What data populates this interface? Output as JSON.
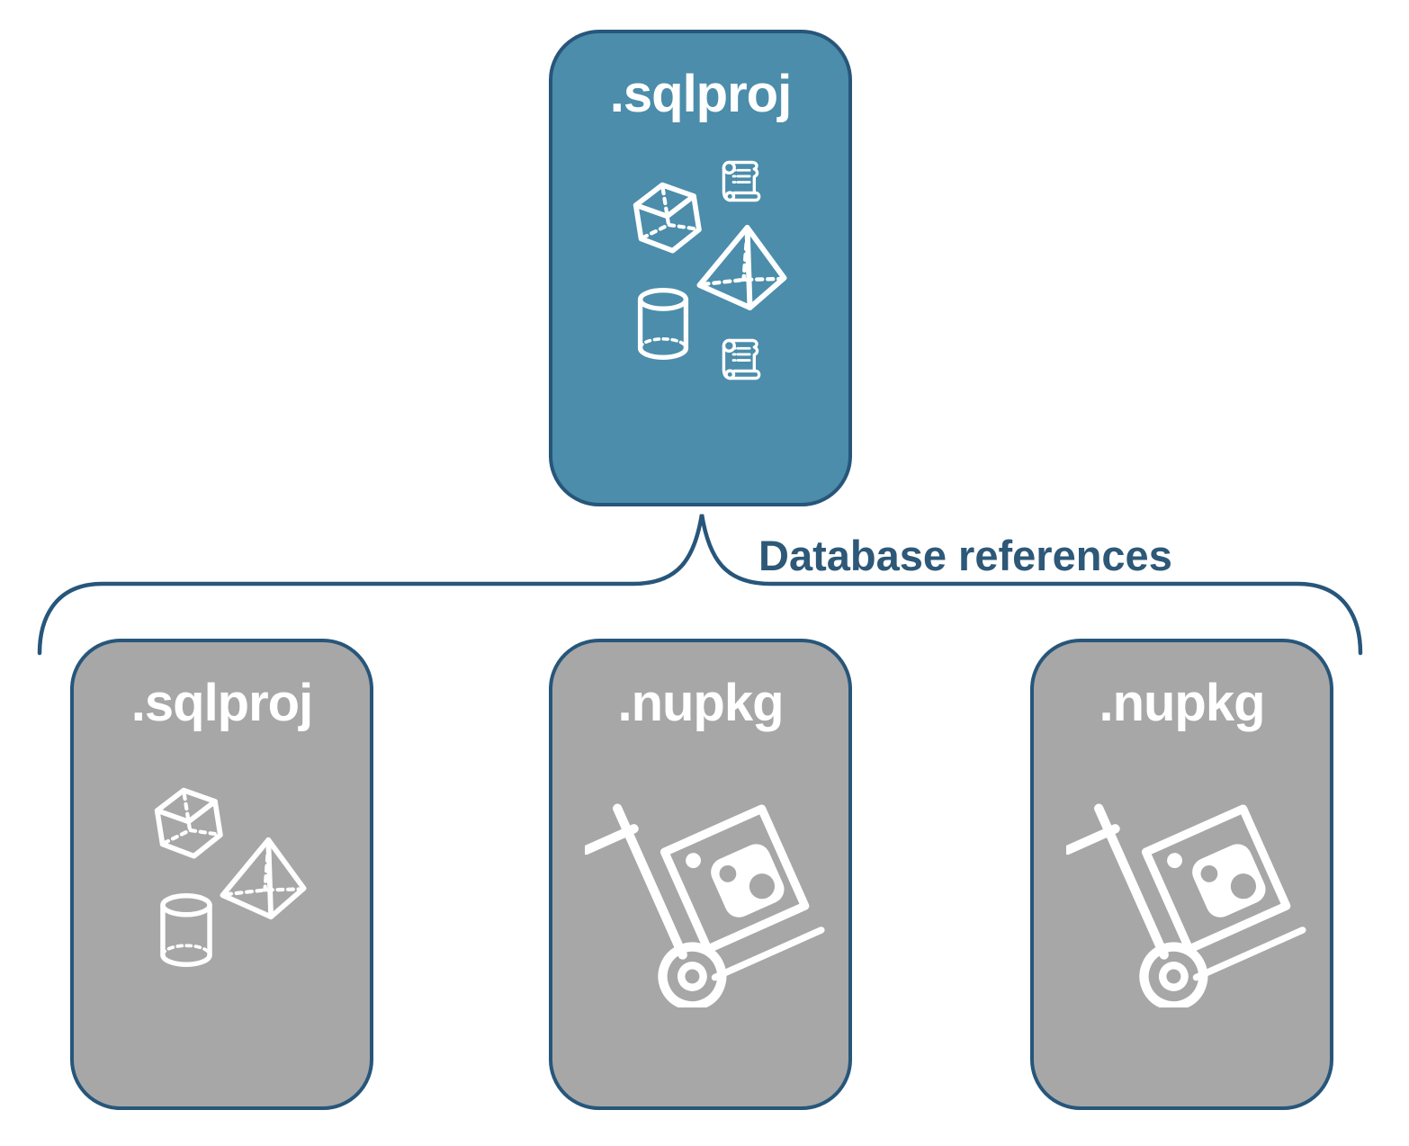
{
  "diagram": {
    "connector": {
      "label": "Database references"
    },
    "cards": [
      {
        "id": "parent-sqlproj",
        "title": ".sqlproj",
        "variant": "teal",
        "icons": [
          "scroll-icon",
          "cube-icon",
          "pyramid-icon",
          "cylinder-icon",
          "scroll-icon"
        ]
      },
      {
        "id": "child-sqlproj",
        "title": ".sqlproj",
        "variant": "gray",
        "icons": [
          "cube-icon",
          "pyramid-icon",
          "cylinder-icon"
        ]
      },
      {
        "id": "child-nupkg-1",
        "title": ".nupkg",
        "variant": "gray",
        "icons": [
          "nuget-handtruck-icon"
        ]
      },
      {
        "id": "child-nupkg-2",
        "title": ".nupkg",
        "variant": "gray",
        "icons": [
          "nuget-handtruck-icon"
        ]
      }
    ],
    "colors": {
      "parent_fill": "#4B8DAB",
      "child_fill": "#A7A7A7",
      "outline": "#27567A",
      "label_text": "#2D5878",
      "icon": "#FFFFFF"
    }
  }
}
